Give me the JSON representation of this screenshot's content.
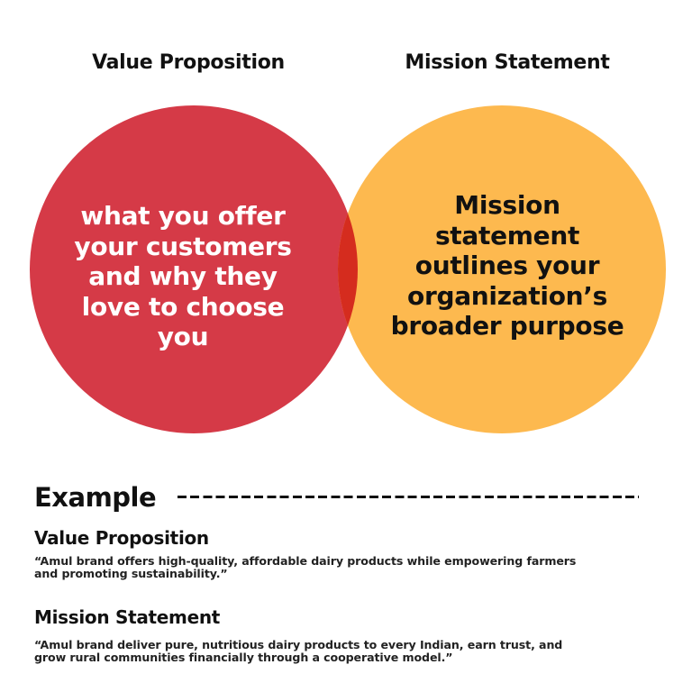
{
  "headings": {
    "left": "Value Proposition",
    "right": "Mission Statement"
  },
  "venn": {
    "left_circle": {
      "label": "what you offer\nyour customers\nand why they\nlove to choose\nyou",
      "color": "#D53A47",
      "text_color": "#FFFFFF"
    },
    "right_circle": {
      "label": "Mission\nstatement\noutlines your\norganization’s\nbroader purpose",
      "color": "#FDB94F",
      "text_color": "#111111"
    },
    "overlap_color": "#D52C1E"
  },
  "example": {
    "title": "Example",
    "value_proposition": {
      "heading": "Value Proposition",
      "text": "“Amul brand offers high-quality, affordable dairy products while empowering farmers\nand promoting sustainability.”"
    },
    "mission_statement": {
      "heading": "Mission Statement",
      "text": "“Amul brand deliver pure, nutritious dairy products to every Indian, earn trust, and\ngrow rural communities financially through a cooperative model.”"
    }
  }
}
